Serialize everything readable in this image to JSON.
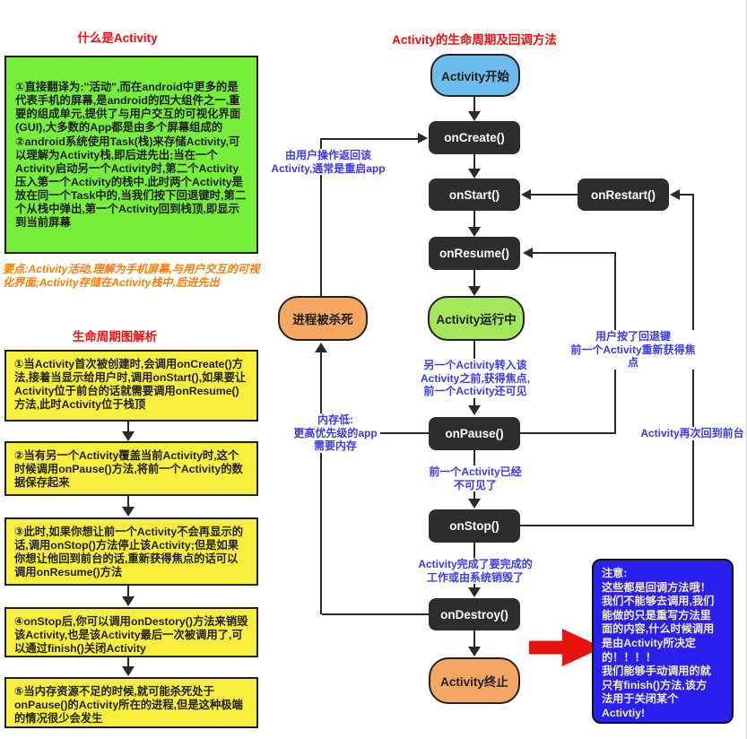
{
  "left_panel": {
    "what_title": "什么是Activity",
    "green_box_text": "①直接翻译为:\"活动\",而在android中更多的是代表手机的屏幕,是android的四大组件之一,重要的组成单元,提供了与用户交互的可视化界面(GUI),大多数的App都是由多个屏幕组成的\n②android系统使用Task(栈)来存储Activity,可以理解为Activity栈,即后进先出;当在一个Activity启动另一个Activity时,第二个Activity压入第一个Activity的栈中.此时两个Activity是放在同一个Task中的,当我们按下回退键时,第二个从栈中弹出,第一个Activity回到栈顶,即显示到当前屏幕",
    "key_points": "要点:Activity活动,理解为手机屏幕,与用户交互的可视化界面;Activity存储在Activity栈中,后进先出",
    "lifecycle_title": "生命周期图解析",
    "steps": [
      "①当Activity首次被创建时,会调用onCreate()方法,接着当显示给用户时,调用onStart(),如果要让Activity位于前台的话就需要调用onResume()方法,此时Activity位于栈顶",
      "②当有另一个Activity覆盖当前Activity时,这个时候调用onPause()方法,将前一个Activity的数据保存起来",
      "③此时,如果你想让前一个Activity不会再显示的话,调用onStop()方法停止该Activity;但是如果你想让他回到前台的话,重新获得焦点的话可以调用onResume()方法",
      "④onStop后,你可以调用onDestory()方法来销毁该Activity,也是该Activity最后一次被调用了,可以通过finish()关闭Activity",
      "⑤当内存资源不足的时候,就可能杀死处于onPause()的Activity所在的进程,但是这种极端的情况很少会发生"
    ]
  },
  "flowchart": {
    "title": "Activity的生命周期及回调方法",
    "nodes": {
      "start": "Activity开始",
      "oncreate": "onCreate()",
      "onstart": "onStart()",
      "onrestart": "onRestart()",
      "onresume": "onResume()",
      "running": "Activity运行中",
      "killed": "进程被杀死",
      "onpause": "onPause()",
      "onstop": "onStop()",
      "ondestroy": "onDestroy()",
      "end": "Activity终止"
    },
    "annotations": {
      "return_by_user": "由用户操作返回该\nActivity,通常是重启app",
      "back_key": "用户按了回退键\n前一个Activity重新获得焦点",
      "another_activity": "另一个Activity转入该\nActivity之前,获得焦点,\n前一个Activity还可见",
      "low_memory": "内存低:\n更高优先级的app\n需要内存",
      "back_to_front": "Activity再次回到前台",
      "not_visible": "前一个Activity已经\n不可见了",
      "finished": "Activity完成了要完成的\n工作或由系统销毁了"
    },
    "note": "注意:\n这些都是回调方法哦！\n我们不能够去调用,我们\n能做的只是重写方法里\n面的内容,什么时候调用\n是由Activity所决定\n的！！！！\n我们能够手动调用的就\n只有finish()方法,该方\n法用于关闭某个\nActivtiy!"
  },
  "colors": {
    "title_red": "#f50d0d",
    "green_box": "#77ee3c",
    "yellow_box": "#f8ee3d",
    "keypoint_orange": "#ff7c00",
    "node_black": "#2d2d2d",
    "pill_blue": "#6dbcee",
    "pill_green": "#a5e75c",
    "pill_orange": "#f4a763",
    "annotation_blue": "#3a3af2",
    "note_bg": "#2a20ee",
    "note_text": "#f1ecc9",
    "red_arrow": "#e8120e",
    "line": "#2a2a2a"
  }
}
